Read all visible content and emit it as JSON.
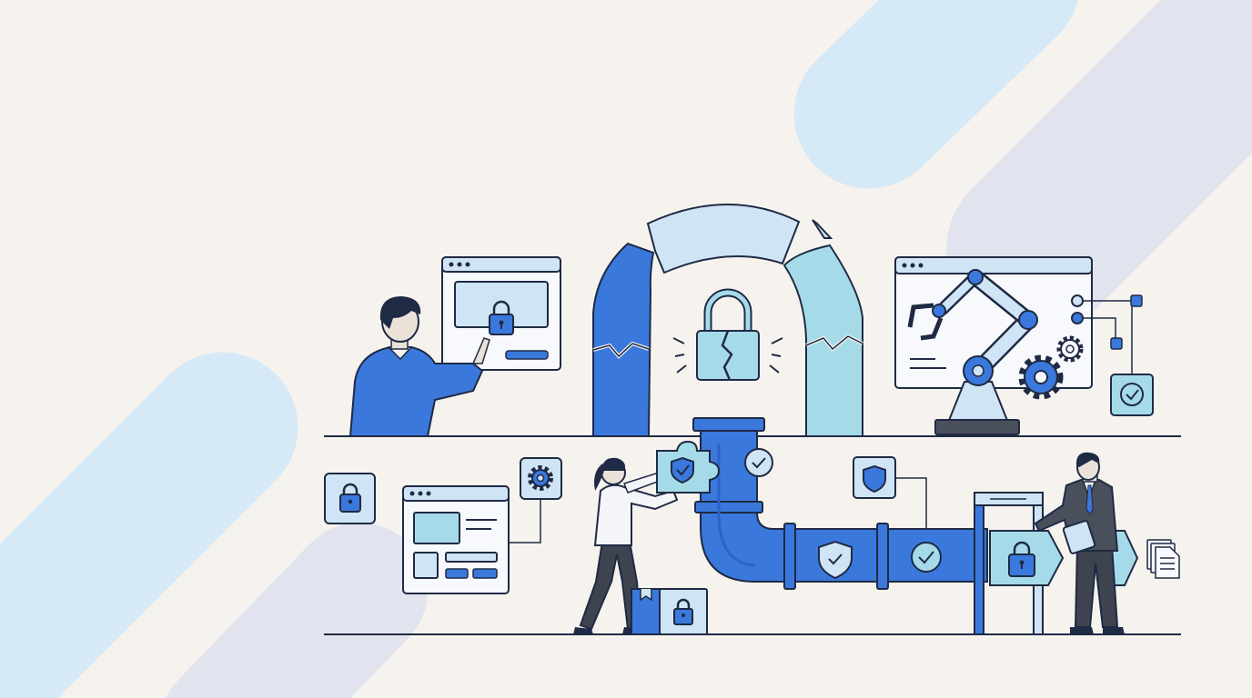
{
  "palette": {
    "background": "#f6f3ee",
    "ink": "#1f2a44",
    "primary_blue": "#3a78dc",
    "deep_blue": "#2c63c9",
    "light_blue": "#cfe4f5",
    "sky": "#a5dbe8",
    "pale_lavender": "#dfe2ec",
    "skin": "#eae2d9",
    "slate": "#4a4f5c"
  },
  "icons": [
    "padlock-icon",
    "broken-padlock-icon",
    "shield-check-icon",
    "check-circle-icon",
    "gear-icon",
    "robot-arm-icon",
    "documents-icon",
    "browser-window-icon",
    "puzzle-piece-icon"
  ],
  "scene": {
    "tiers": [
      "upper-shelf",
      "lower-shelf"
    ],
    "figures": [
      "person-pointing-at-browser",
      "woman-holding-puzzle-piece",
      "man-with-tablet"
    ],
    "objects": [
      "broken-arch-pipe",
      "blue-pipeline",
      "robot-arm-panel",
      "security-gate",
      "package-box"
    ]
  }
}
